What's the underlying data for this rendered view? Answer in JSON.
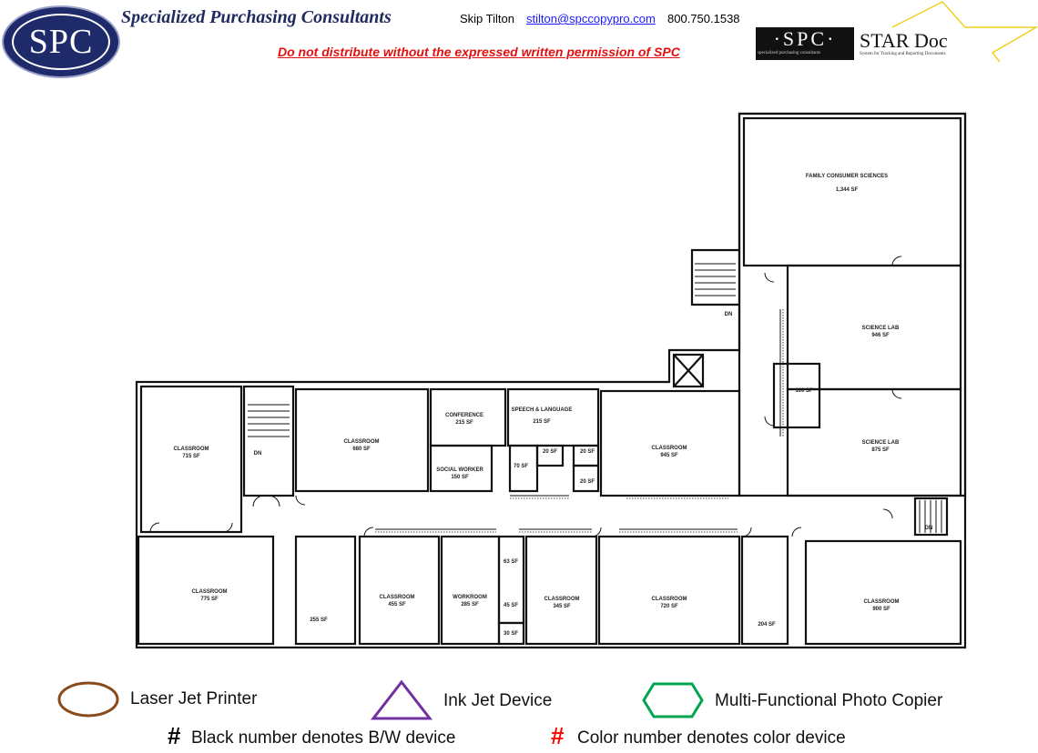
{
  "header": {
    "company": "Specialized Purchasing Consultants",
    "logo_text": "SPC",
    "contact_name": "Skip Tilton",
    "contact_email": "stilton@spccopypro.com",
    "contact_phone": "800.750.1538",
    "warning": "Do not distribute without the expressed written permission of SPC",
    "star_logo_left": "·SPC·",
    "star_logo_title": "STAR Doc",
    "star_logo_sub": "specialized purchasing consultants",
    "star_logo_tagline": "System for Tracking and Reporting Documents"
  },
  "rooms": [
    {
      "name": "CLASSROOM",
      "area": "715 SF"
    },
    {
      "name": "CLASSROOM",
      "area": "680 SF"
    },
    {
      "name": "CONFERENCE",
      "area": "215 SF"
    },
    {
      "name": "SPEECH & LANGUAGE",
      "area": "215 SF"
    },
    {
      "name": "SOCIAL WORKER",
      "area": "150 SF"
    },
    {
      "name": "",
      "area": "70 SF"
    },
    {
      "name": "",
      "area": "20 SF"
    },
    {
      "name": "",
      "area": "20 SF"
    },
    {
      "name": "",
      "area": "20 SF"
    },
    {
      "name": "CLASSROOM",
      "area": "945 SF"
    },
    {
      "name": "FAMILY CONSUMER SCIENCES",
      "area": "1,344 SF"
    },
    {
      "name": "SCIENCE LAB",
      "area": "946 SF"
    },
    {
      "name": "",
      "area": "100 SF"
    },
    {
      "name": "SCIENCE LAB",
      "area": "875 SF"
    },
    {
      "name": "CLASSROOM",
      "area": "775 SF"
    },
    {
      "name": "",
      "area": "255 SF"
    },
    {
      "name": "CLASSROOM",
      "area": "455 SF"
    },
    {
      "name": "WORKROOM",
      "area": "285 SF"
    },
    {
      "name": "",
      "area": "63 SF"
    },
    {
      "name": "",
      "area": "45 SF"
    },
    {
      "name": "",
      "area": "30 SF"
    },
    {
      "name": "CLASSROOM",
      "area": "345 SF"
    },
    {
      "name": "CLASSROOM",
      "area": "720 SF"
    },
    {
      "name": "",
      "area": "204 SF"
    },
    {
      "name": "CLASSROOM",
      "area": "900 SF"
    }
  ],
  "stair_labels": [
    "DN",
    "DN",
    "DN"
  ],
  "legend": {
    "laser": "Laser Jet Printer",
    "inkjet": "Ink Jet Device",
    "copier": "Multi-Functional Photo Copier",
    "hash": "#",
    "bw_note": "Black number denotes B/W device",
    "color_note": "Color number denotes color device",
    "colors": {
      "laser": "#8B4A1C",
      "inkjet": "#7030A0",
      "copier": "#00A550",
      "red": "#FF0000"
    }
  }
}
